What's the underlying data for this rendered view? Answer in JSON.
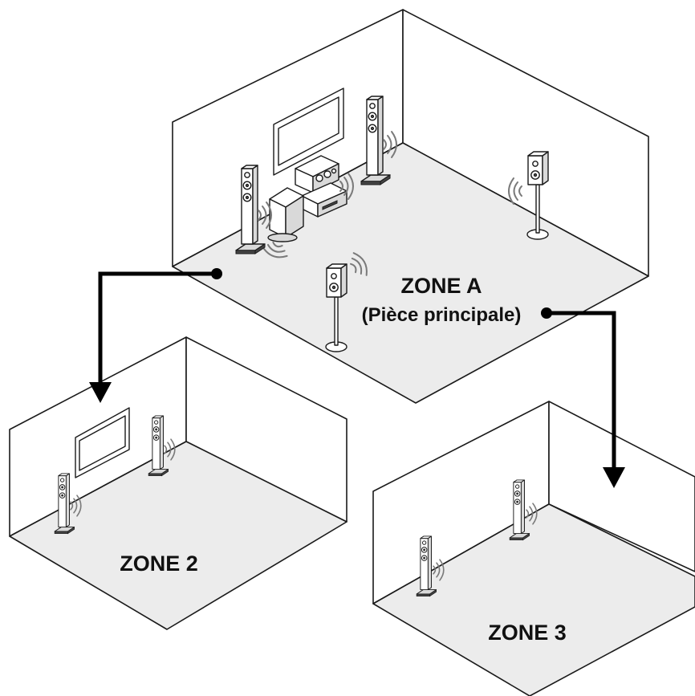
{
  "zones": {
    "main": {
      "label_line1": "ZONE A",
      "label_line2": "(Pièce principale)"
    },
    "zone2": {
      "label": "ZONE 2"
    },
    "zone3": {
      "label": "ZONE 3"
    }
  },
  "colors": {
    "floor": "#ececec",
    "wall": "#ffffff",
    "line": "#1a1a1a",
    "arrow": "#000000"
  }
}
